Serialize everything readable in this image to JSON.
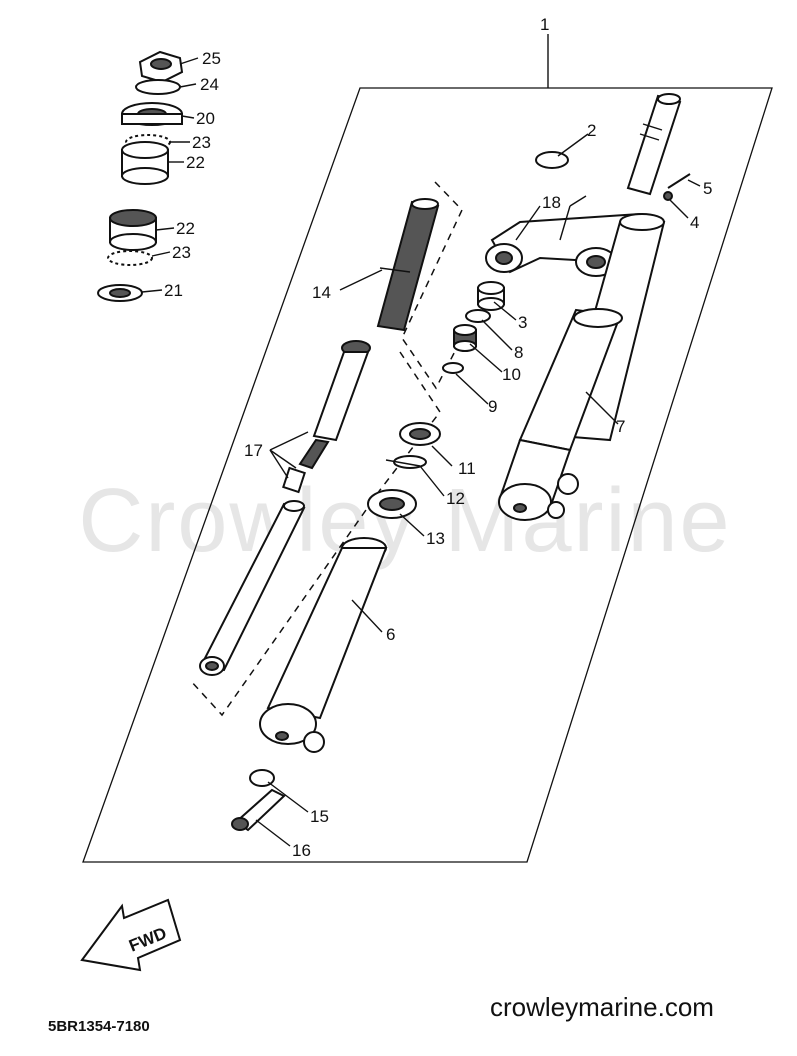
{
  "watermark": "Crowley Marine",
  "diagram_code": "5BR1354-7180",
  "site": "crowleymarine.com",
  "fwd_label": "FWD",
  "callouts": {
    "c1": "1",
    "c2": "2",
    "c3": "3",
    "c4": "4",
    "c5": "5",
    "c6": "6",
    "c7": "7",
    "c8": "8",
    "c9": "9",
    "c10": "10",
    "c11": "11",
    "c12": "12",
    "c13": "13",
    "c14": "14",
    "c15": "15",
    "c16": "16",
    "c17": "17",
    "c18": "18",
    "c20": "20",
    "c21": "21",
    "c22a": "22",
    "c22b": "22",
    "c23a": "23",
    "c23b": "23",
    "c24": "24",
    "c25": "25"
  }
}
